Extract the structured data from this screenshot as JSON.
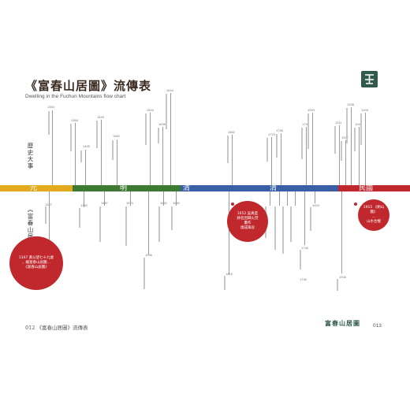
{
  "title": {
    "zh": "《富春山居圖》流傳表",
    "en": "Dwelling in the Fuchun Mountains flow chart"
  },
  "rows": {
    "top": "歷史大事",
    "bottom": "《富春山居圖》紀事"
  },
  "eras": {
    "yuan": "元",
    "ming": "明",
    "qing": "清",
    "republic": "民國"
  },
  "era_colors": {
    "yuan": "#e3a91f",
    "ming": "#3e7a34",
    "qing": "#3a5fa7",
    "republic": "#c0282d"
  },
  "years": {
    "y1": "1354",
    "y2": "1368",
    "y3": "1435",
    "y4": "1449",
    "y5": "1582",
    "y6": "1616",
    "y7": "1636",
    "y8": "1644",
    "y9": "1662",
    "y10": "1723",
    "y11": "1736",
    "y12": "1796",
    "y13": "1904",
    "y14": "1911",
    "y15": "1937",
    "y16": "1938",
    "y17": "1945",
    "y18": "1949",
    "y19": "1347",
    "y20": "1350",
    "y21": "1487",
    "y22": "1570",
    "y23": "1596",
    "y24": "1652",
    "y25": "1650",
    "y26": "1816",
    "y27": "1746",
    "y28": "1745",
    "y29": "1924",
    "y30": "1938"
  },
  "circles": {
    "c1": "1347 黃公望七十九歲\n，繪富春山居圖…\n《富春山居圖》",
    "c2": "1652 吳真度\n將名因歸火焚\n畫作\n燒成兩段",
    "c3": "1915 《剩山圖》\n…\n山水合璧"
  },
  "footer": {
    "left": "012 《富春山居圖》流傳表",
    "mark": "富春山居圖",
    "right": "013"
  }
}
